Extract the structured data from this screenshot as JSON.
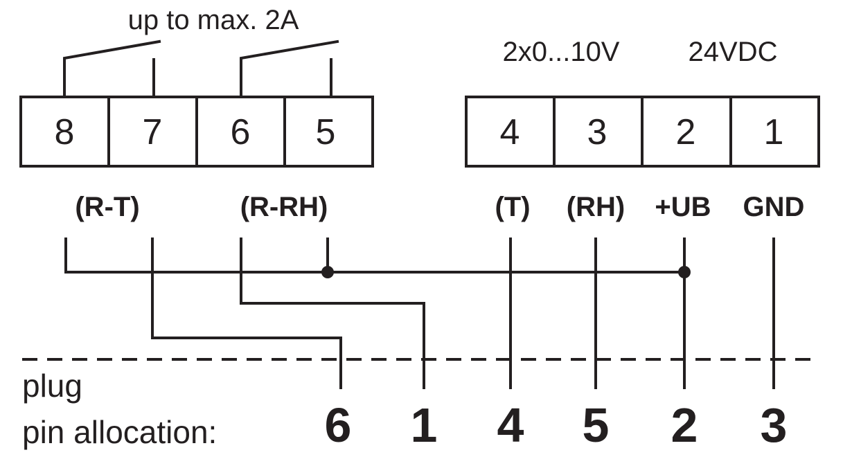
{
  "headers": {
    "relay_rating": "up to max. 2A",
    "analog_output": "2x0...10V",
    "supply": "24VDC"
  },
  "terminal_blocks": {
    "left": [
      "8",
      "7",
      "6",
      "5"
    ],
    "right": [
      "4",
      "3",
      "2",
      "1"
    ]
  },
  "signal_labels": {
    "r_t": "(R-T)",
    "r_rh": "(R-RH)",
    "t": "(T)",
    "rh": "(RH)",
    "ub": "+UB",
    "gnd": "GND"
  },
  "plug": {
    "line1": "plug",
    "line2": "pin allocation:",
    "pins": [
      "6",
      "1",
      "4",
      "5",
      "2",
      "3"
    ]
  },
  "colors": {
    "ink": "#231f20",
    "background": "#ffffff"
  }
}
